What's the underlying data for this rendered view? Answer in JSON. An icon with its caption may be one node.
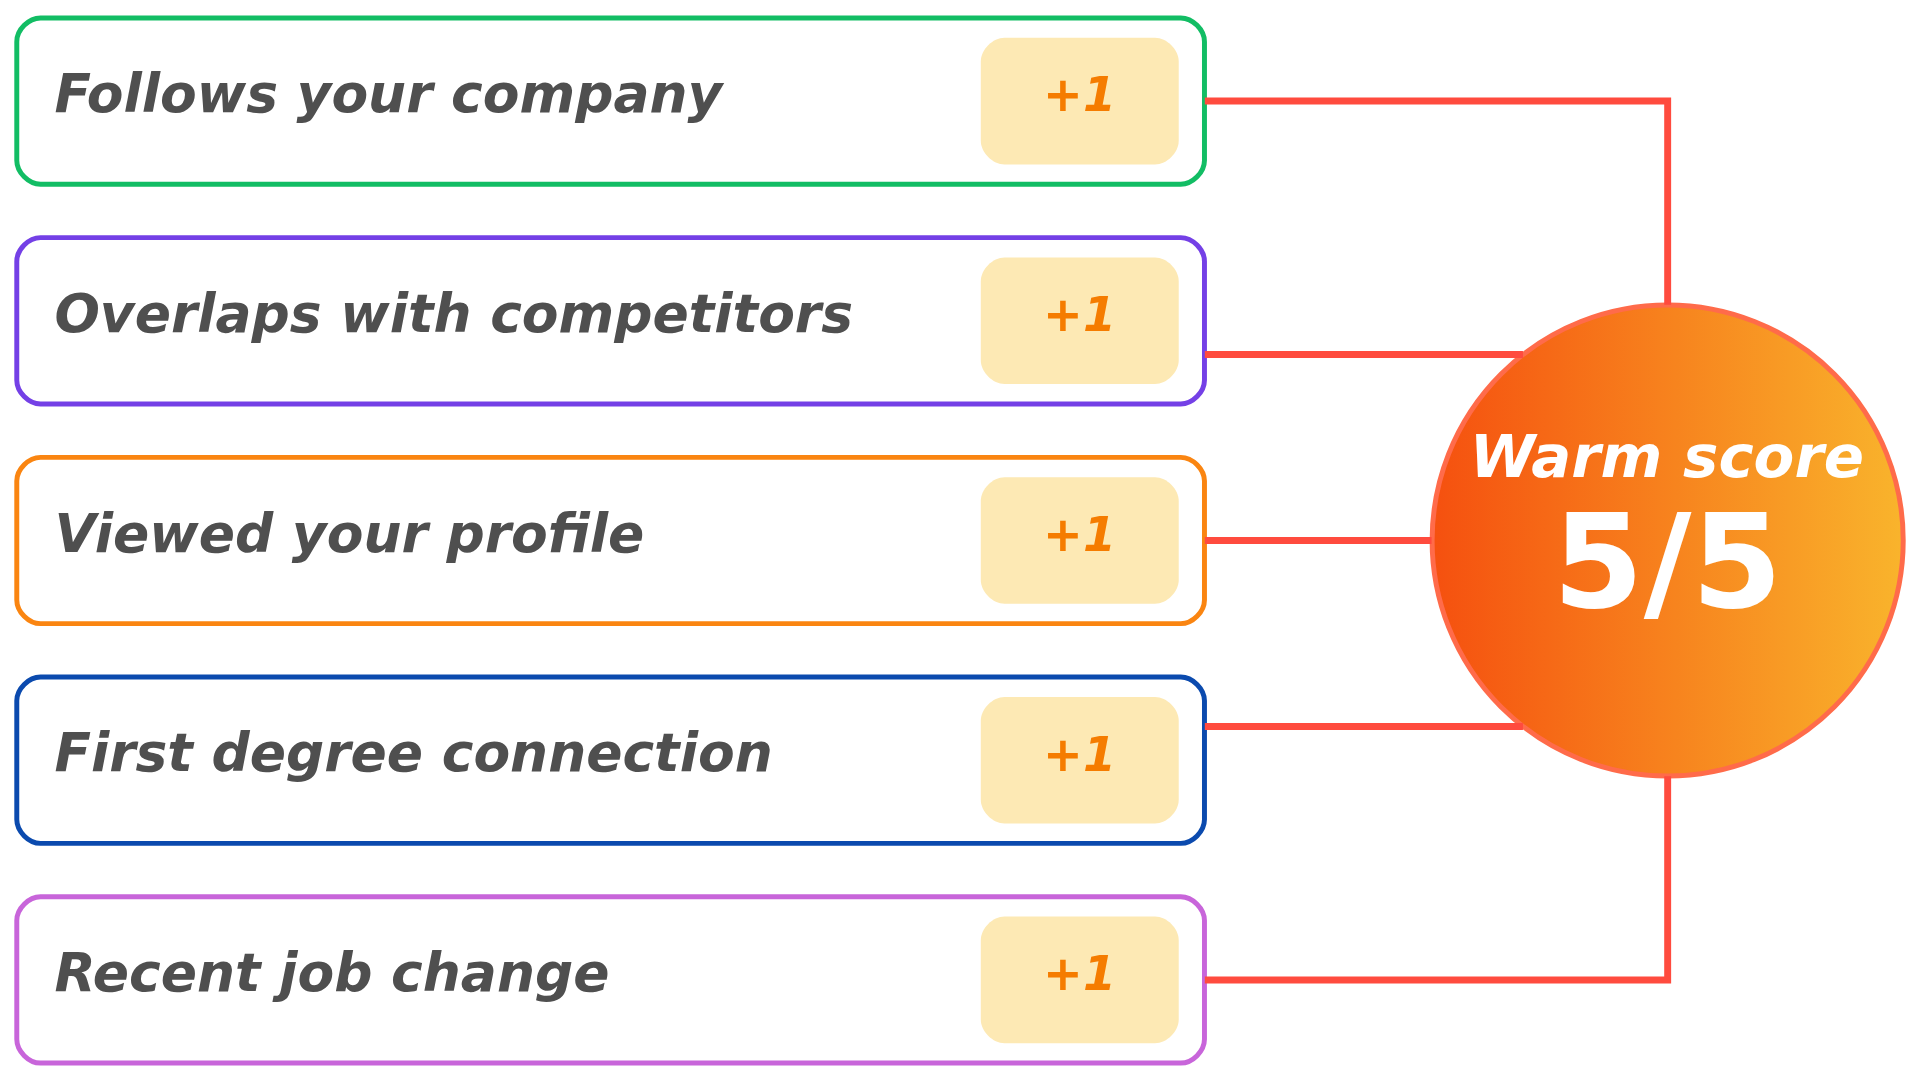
{
  "diagram": {
    "nodes": [
      {
        "text": [
          "Follows your company",
          "+1"
        ]
      },
      {
        "text": [
          "Overlaps with competitors",
          "+1"
        ]
      },
      {
        "text": [
          "Viewed your profile",
          "+1"
        ]
      },
      {
        "text": [
          "First degree connection",
          "+1"
        ]
      },
      {
        "text": [
          "Recent job change",
          "+1"
        ]
      },
      {
        "text": [
          "Warm score",
          "5/5"
        ]
      }
    ],
    "edges": [
      {
        "from": 0,
        "to": 5,
        "arrow": "none"
      },
      {
        "from": 1,
        "to": 5,
        "arrow": "none"
      },
      {
        "from": 2,
        "to": 5,
        "arrow": "none"
      },
      {
        "from": 3,
        "to": 5,
        "arrow": "none"
      },
      {
        "from": 4,
        "to": 5,
        "arrow": "none"
      }
    ]
  }
}
